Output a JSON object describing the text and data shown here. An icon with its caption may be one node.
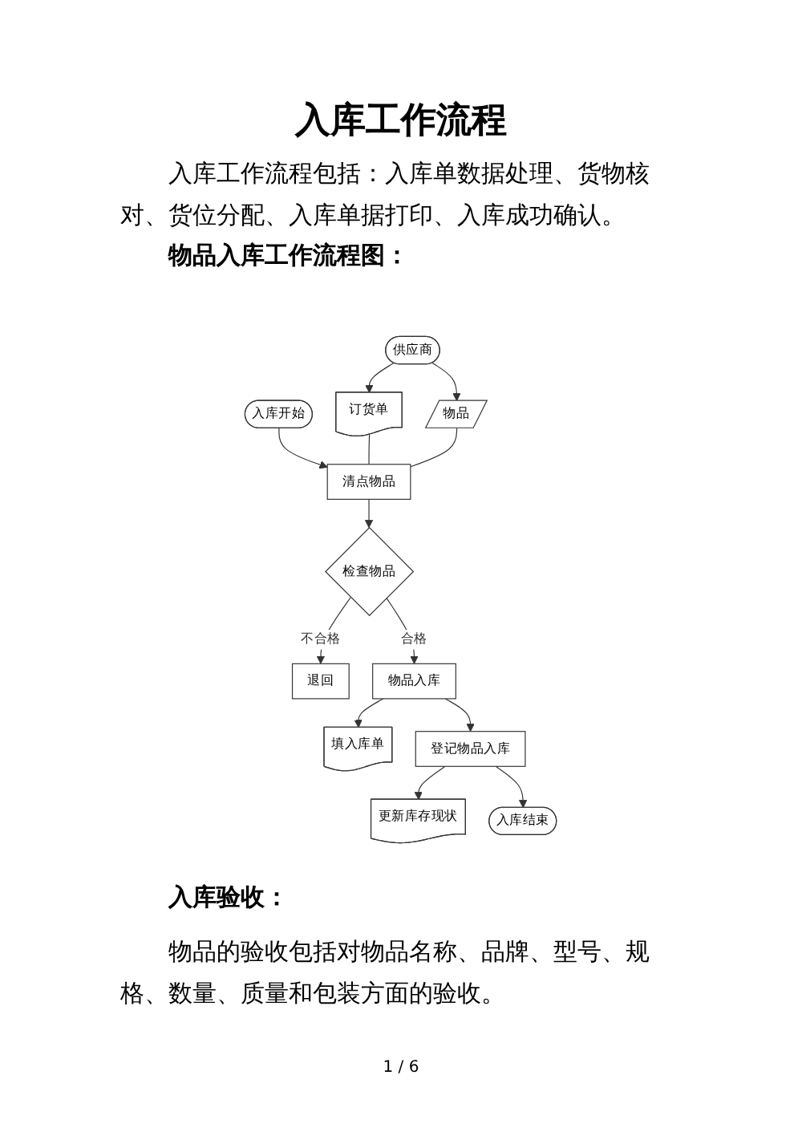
{
  "diagram": {
    "title": "入库工作流程",
    "nodes": [
      {
        "text": [
          "入库开始"
        ]
      },
      {
        "text": [
          "供应商"
        ]
      },
      {
        "text": [
          "订货单"
        ]
      },
      {
        "text": [
          "物品"
        ]
      },
      {
        "text": [
          "清点物品"
        ]
      },
      {
        "text": [
          "检查物品"
        ]
      },
      {
        "text": [
          "退回"
        ]
      },
      {
        "text": [
          "填入库单"
        ]
      },
      {
        "text": [
          "物品入库"
        ]
      },
      {
        "text": [
          "登记物品入库"
        ]
      },
      {
        "text": [
          "更新库存现状"
        ]
      },
      {
        "text": [
          "入库结束"
        ]
      }
    ],
    "edges": [
      {
        "from": 0,
        "to": 4,
        "arrow": "to"
      },
      {
        "from": 1,
        "to": 2,
        "arrow": "to"
      },
      {
        "from": 1,
        "to": 3,
        "arrow": "to"
      },
      {
        "from": 2,
        "to": 4,
        "arrow": "none"
      },
      {
        "from": 3,
        "to": 4,
        "arrow": "none"
      },
      {
        "from": 4,
        "to": 5,
        "arrow": "to"
      },
      {
        "from": 5,
        "to": 6,
        "arrow": "to",
        "label": "不合格"
      },
      {
        "from": 5,
        "to": 8,
        "arrow": "to",
        "label": "合格"
      },
      {
        "from": 8,
        "to": 7,
        "arrow": "to"
      },
      {
        "from": 8,
        "to": 9,
        "arrow": "to"
      },
      {
        "from": 9,
        "to": 10,
        "arrow": "to"
      },
      {
        "from": 9,
        "to": 11,
        "arrow": "to"
      }
    ],
    "labels": [
      "入库工作流程包括：入库单数据处理、货物核对、货位分配、入库单据打印、入库成功确认。",
      "物品入库工作流程图：",
      "入库验收：",
      "物品的验收包括对物品名称、品牌、型号、规格、数量、质量和包装方面的验收。",
      "1 / 6"
    ]
  }
}
